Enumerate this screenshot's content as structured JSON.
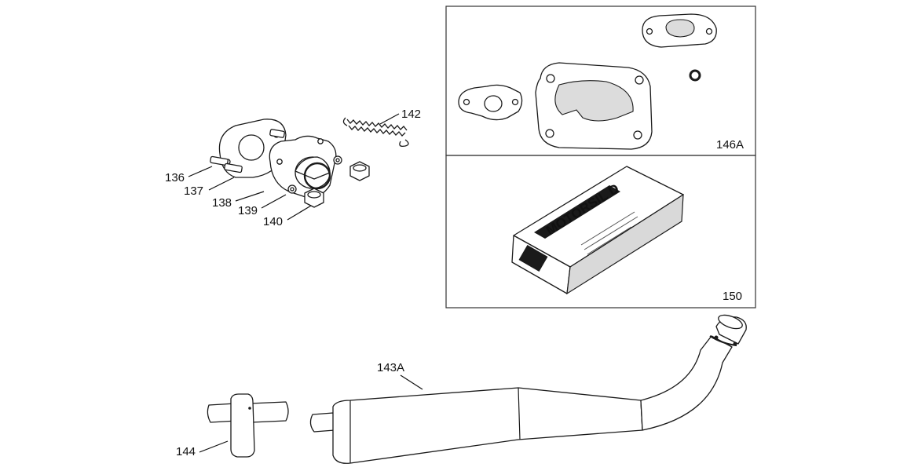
{
  "callouts": {
    "c136": "136",
    "c137": "137",
    "c138": "138",
    "c139": "139",
    "c140": "140",
    "c142": "142",
    "c143A": "143A",
    "c144": "144",
    "c146A": "146A",
    "c150": "150"
  },
  "product_box": {
    "title": "MOTORSIL D"
  },
  "colors": {
    "line": "#1a1a1a",
    "stipple": "#dcdcdc",
    "background": "#ffffff"
  }
}
